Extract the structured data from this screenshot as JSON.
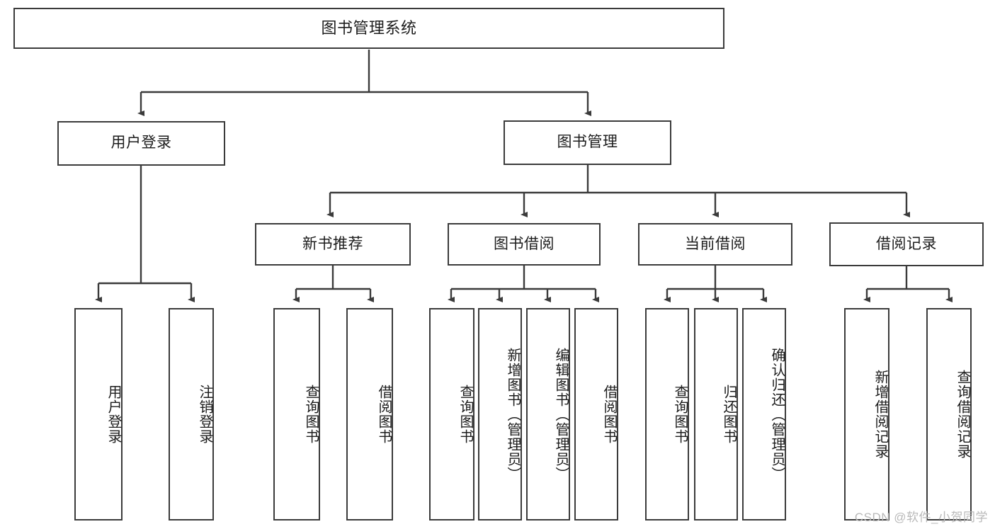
{
  "diagram": {
    "title": "图书管理系统",
    "type": "tree-hierarchy",
    "watermark": "CSDN @软件_小贺同学",
    "colors": {
      "border": "#3b3b3b",
      "text": "#1c1c1c",
      "background": "#ffffff",
      "watermark": "#b9b9b9"
    },
    "nodes": {
      "root": {
        "label": "图书管理系统"
      },
      "level2": [
        {
          "label": "用户登录"
        },
        {
          "label": "图书管理"
        }
      ],
      "level3": [
        {
          "label": "新书推荐"
        },
        {
          "label": "图书借阅"
        },
        {
          "label": "当前借阅"
        },
        {
          "label": "借阅记录"
        }
      ],
      "leaves": {
        "user_login": [
          {
            "label": "用户登录"
          },
          {
            "label": "注销登录"
          }
        ],
        "new_book_recommend": [
          {
            "label": "查询图书"
          },
          {
            "label": "借阅图书"
          }
        ],
        "book_borrow": [
          {
            "label": "查询图书"
          },
          {
            "label": "新增图书（管理员）"
          },
          {
            "label": "编辑图书（管理员）"
          },
          {
            "label": "借阅图书"
          }
        ],
        "current_borrow": [
          {
            "label": "查询图书"
          },
          {
            "label": "归还图书"
          },
          {
            "label": "确认归还（管理员）"
          }
        ],
        "borrow_record": [
          {
            "label": "新增借阅记录"
          },
          {
            "label": "查询借阅记录"
          }
        ]
      }
    }
  }
}
